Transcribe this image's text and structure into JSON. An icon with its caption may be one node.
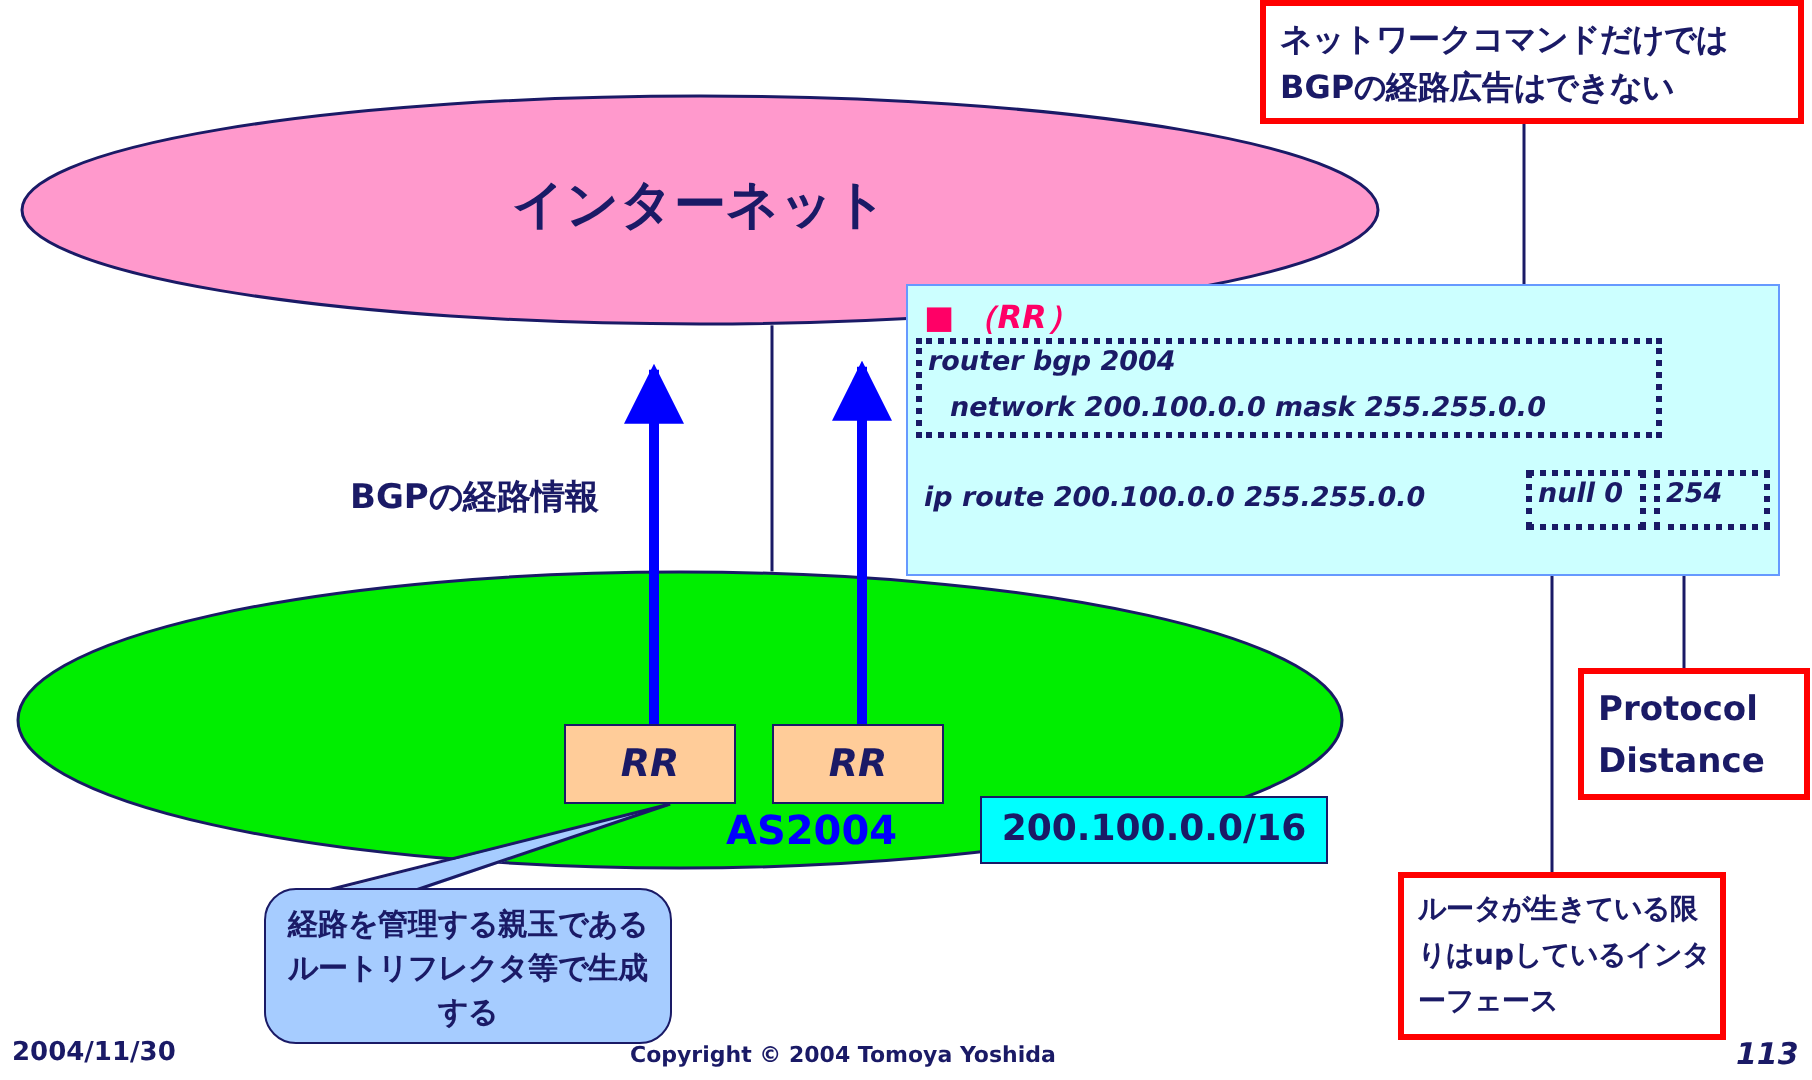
{
  "diagram": {
    "nodes": [
      {
        "text": [
          "インターネット"
        ]
      },
      {
        "text": [
          "AS2004"
        ]
      },
      {
        "text": [
          "RR"
        ],
        "in": 1
      },
      {
        "text": [
          "RR"
        ],
        "in": 1
      },
      {
        "text": [
          "200.100.0.0/16"
        ]
      },
      {
        "text": [
          "経路を管理する親玉であるルートリフレクタ等で生成する"
        ]
      },
      {
        "text": [
          "■ （RR）",
          "ip route 200.100.0.0 255.255.0.0"
        ]
      },
      {
        "text": [
          "router bgp 2004",
          "network 200.100.0.0 mask 255.255.0.0"
        ],
        "in": 6
      },
      {
        "text": [
          "null 0"
        ],
        "in": 6
      },
      {
        "text": [
          "254"
        ],
        "in": 6
      },
      {
        "text": [
          "ネットワークコマンドだけではBGPの経路広告はできない"
        ]
      },
      {
        "text": [
          "Protocol Distance"
        ]
      },
      {
        "text": [
          "ルータが生きている限りはupしているインターフェース"
        ]
      }
    ],
    "edges": [
      {
        "from": 2,
        "to": 0,
        "arrow": "to",
        "style": "thick",
        "color": "#0000ff"
      },
      {
        "from": 3,
        "to": 0,
        "arrow": "to",
        "style": "thick",
        "color": "#0000ff"
      },
      {
        "from": 0,
        "to": 1,
        "arrow": "none"
      },
      {
        "from": 5,
        "to": 2,
        "arrow": "none"
      },
      {
        "from": 10,
        "to": 7,
        "arrow": "to"
      },
      {
        "from": 11,
        "to": 9,
        "arrow": "to"
      },
      {
        "from": 12,
        "to": 8,
        "arrow": "to"
      }
    ],
    "labels": [
      "BGPの経路情報",
      "2004/11/30",
      "Copyright © 2004 Tomoya Yoshida",
      "113"
    ]
  }
}
